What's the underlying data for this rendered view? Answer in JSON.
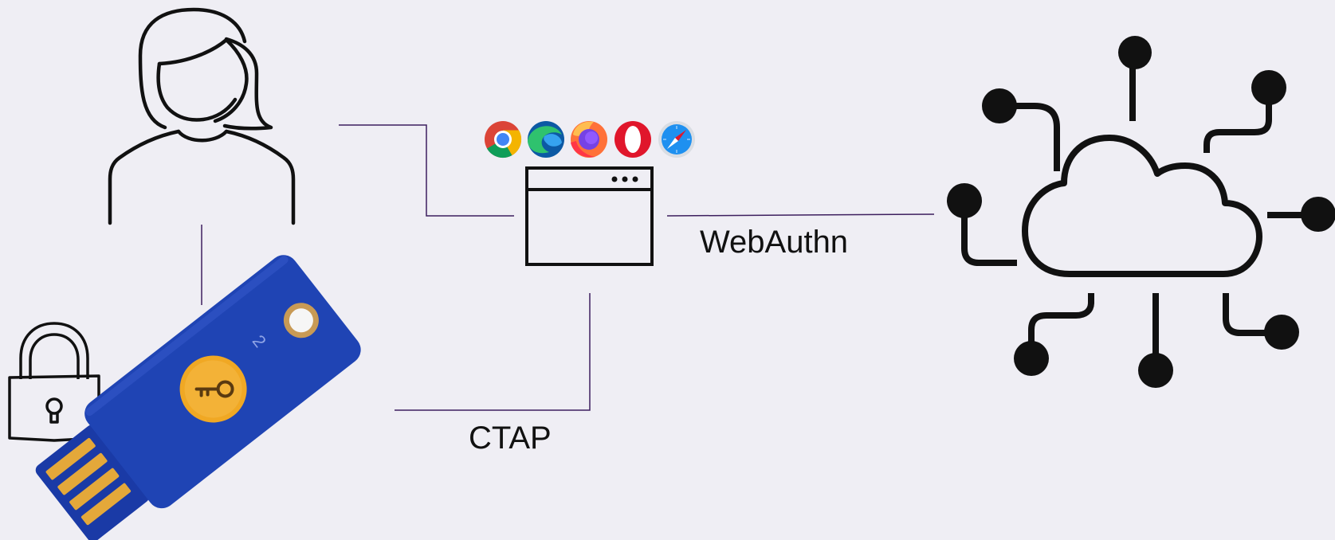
{
  "labels": {
    "webauthn": "WebAuthn",
    "ctap": "CTAP"
  },
  "nodes": {
    "user": {
      "icon": "person-outline-icon"
    },
    "lock": {
      "icon": "padlock-icon"
    },
    "security_key": {
      "icon": "usb-security-key-icon",
      "color": "#1f44b4",
      "button_color": "#f0a824",
      "badge": "2"
    },
    "browser": {
      "icon": "browser-window-icon"
    },
    "browsers": [
      "chrome-icon",
      "edge-icon",
      "firefox-icon",
      "opera-icon",
      "safari-icon"
    ],
    "cloud": {
      "icon": "cloud-network-icon"
    }
  },
  "colors": {
    "background": "#efeef4",
    "connector": "#3d1f5e",
    "icon_stroke": "#111111"
  }
}
